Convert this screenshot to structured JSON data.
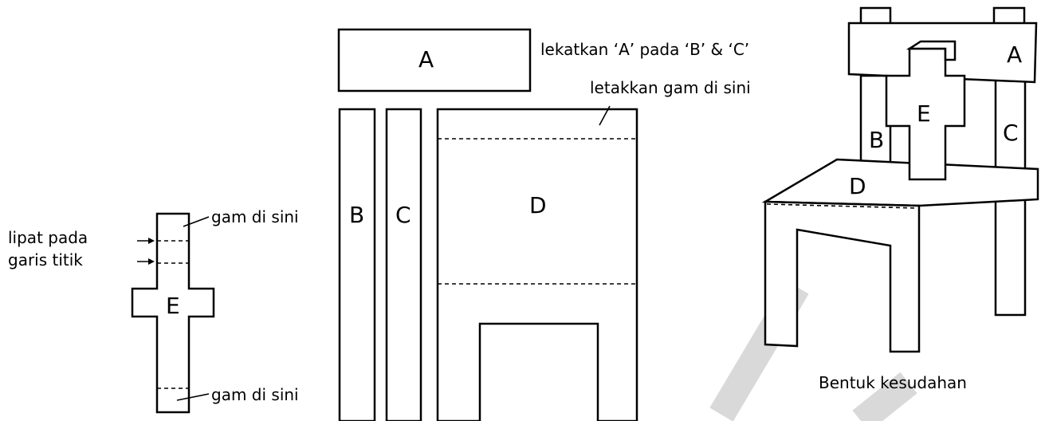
{
  "parts": {
    "a": "A",
    "b": "B",
    "c": "C",
    "d": "D",
    "e": "E"
  },
  "annotations": {
    "attach_a": "lekatkan ‘A’ pada ‘B’ & ‘C’",
    "glue_here_top": "letakkan gam di sini",
    "glue_here_e_top": "gam di sini",
    "glue_here_e_bottom": "gam di sini",
    "fold_line_1": "lipat pada",
    "fold_line_2": "garis titik",
    "finished": "Bentuk kesudahan"
  },
  "colors": {
    "stroke": "#000000",
    "watermark": "#d9d9d9"
  }
}
